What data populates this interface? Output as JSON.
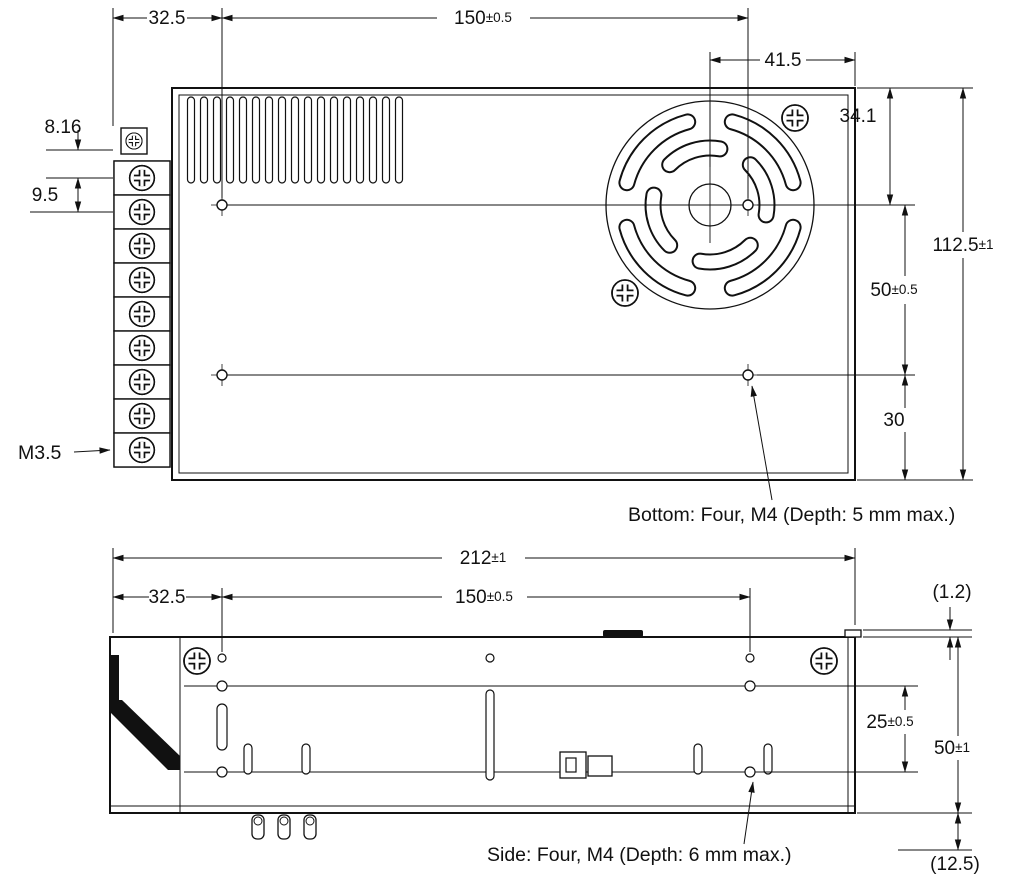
{
  "top": {
    "dim_32_5": "32.5",
    "dim_150": {
      "v": "150",
      "t": "±0.5"
    },
    "dim_41_5": "41.5",
    "dim_8_16": "8.16",
    "dim_9_5": "9.5",
    "dim_34_1": "34.1",
    "dim_112_5": {
      "v": "112.5",
      "t": "±1"
    },
    "dim_50": {
      "v": "50",
      "t": "±0.5"
    },
    "dim_30": "30",
    "thread_label": "M3.5",
    "note": "Bottom: Four, M4 (Depth: 5 mm max.)"
  },
  "side": {
    "dim_212": {
      "v": "212",
      "t": "±1"
    },
    "dim_32_5": "32.5",
    "dim_150": {
      "v": "150",
      "t": "±0.5"
    },
    "dim_1_2": "(1.2)",
    "dim_25": {
      "v": "25",
      "t": "±0.5"
    },
    "dim_50": {
      "v": "50",
      "t": "±1"
    },
    "dim_12_5": "(12.5)",
    "note": "Side: Four, M4 (Depth: 6 mm max.)"
  }
}
